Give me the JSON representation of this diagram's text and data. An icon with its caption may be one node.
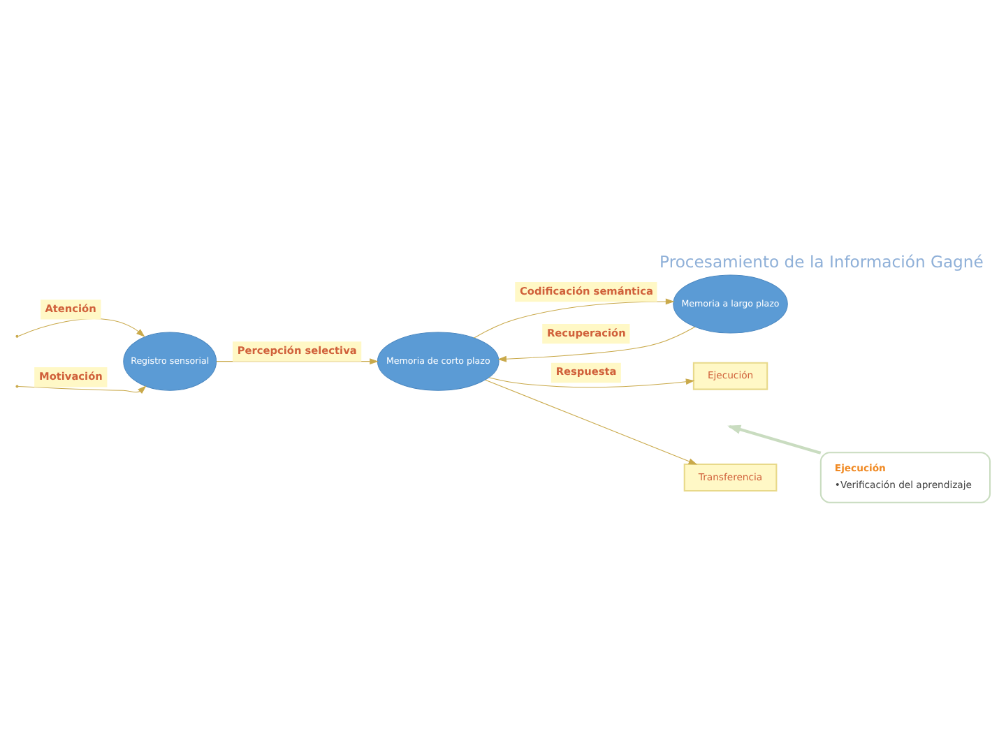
{
  "diagram": {
    "title": "Procesamiento de la Información Gagné",
    "nodes": [
      {
        "text": [
          "Registro sensorial"
        ]
      },
      {
        "text": [
          "Memoria de corto plazo"
        ]
      },
      {
        "text": [
          "Memoria a largo plazo"
        ]
      },
      {
        "text": [
          "Ejecución"
        ]
      },
      {
        "text": [
          "Transferencia"
        ]
      },
      {
        "text": [
          "Ejecución",
          "•Verificación del aprendizaje"
        ]
      }
    ],
    "edges": [
      {
        "from": null,
        "to": 0,
        "arrow": "to",
        "label": "Atención"
      },
      {
        "from": null,
        "to": 0,
        "arrow": "to",
        "label": "Motivación"
      },
      {
        "from": 0,
        "to": 1,
        "arrow": "to",
        "label": "Percepción selectiva"
      },
      {
        "from": 1,
        "to": 2,
        "arrow": "to",
        "label": "Codificación semántica"
      },
      {
        "from": 2,
        "to": 1,
        "arrow": "to",
        "label": "Recuperación"
      },
      {
        "from": 1,
        "to": 3,
        "arrow": "to",
        "label": "Respuesta"
      },
      {
        "from": 1,
        "to": 4,
        "arrow": "to"
      },
      {
        "from": 5,
        "to": null,
        "arrow": "to",
        "style": "thick",
        "color": "#c9dcc0"
      }
    ]
  }
}
